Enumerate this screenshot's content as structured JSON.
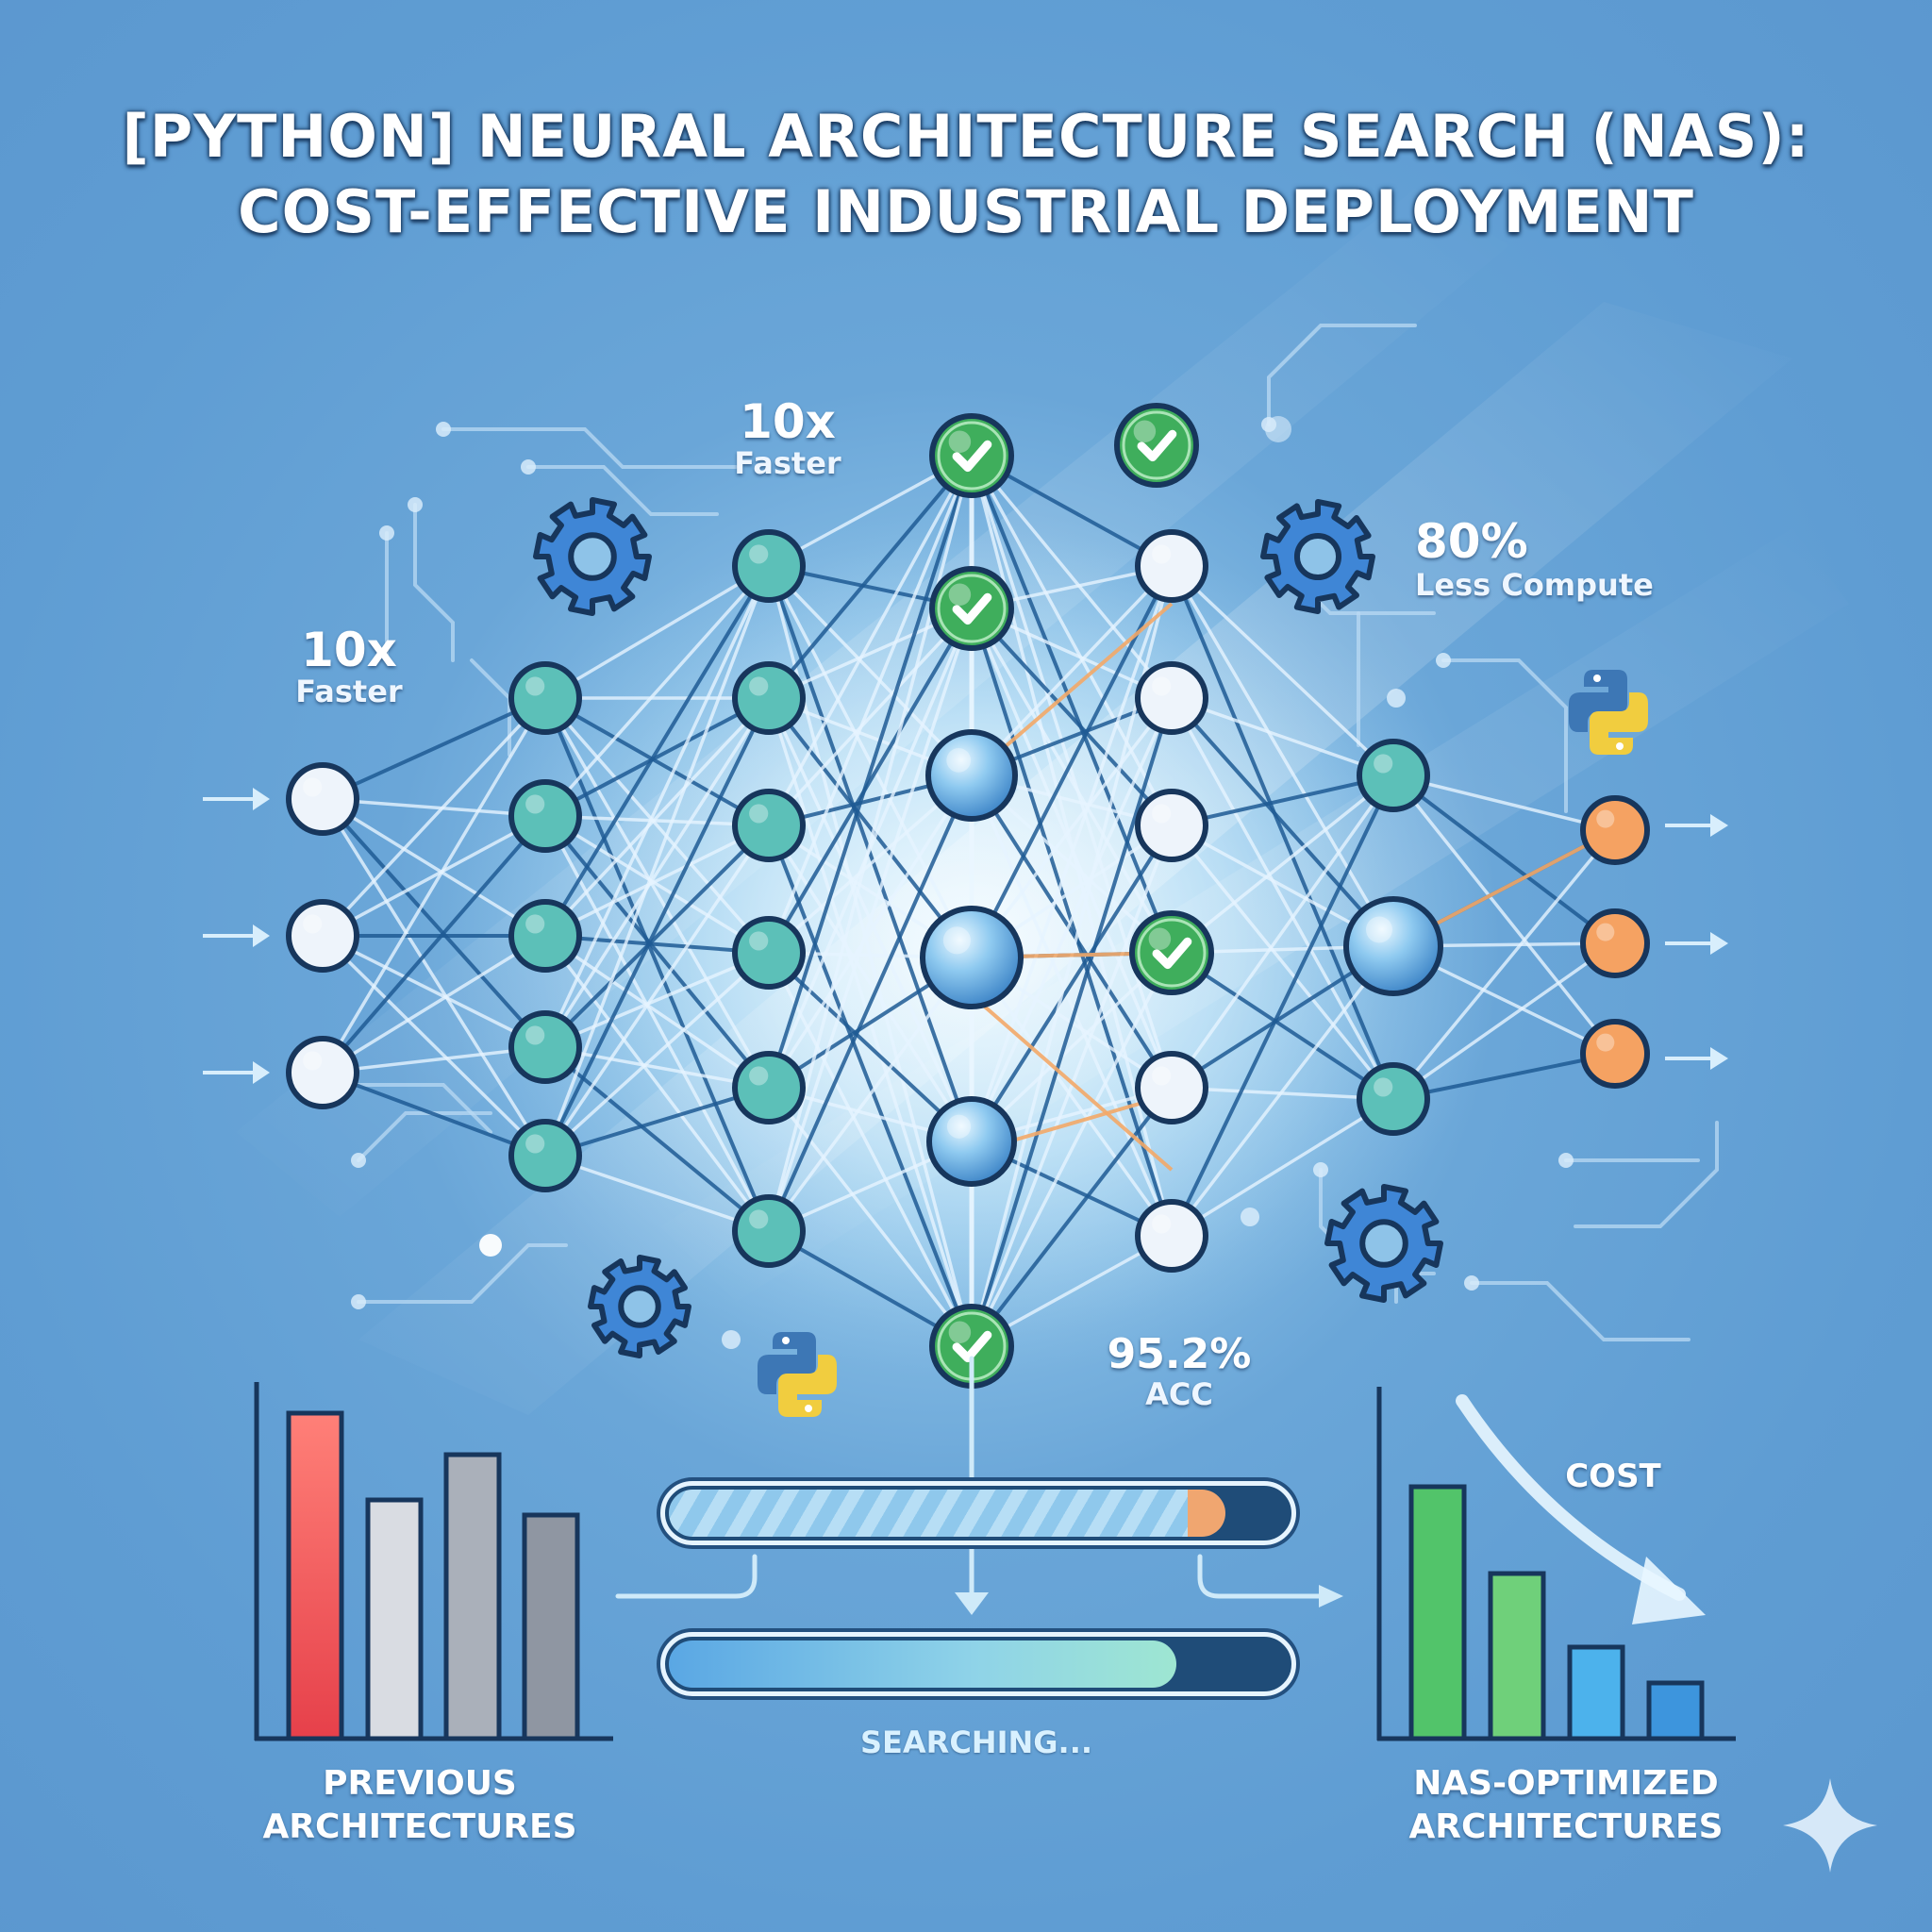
{
  "title": {
    "line1": "[PYTHON] NEURAL ARCHITECTURE SEARCH (NAS):",
    "line2": "COST-EFFECTIVE INDUSTRIAL DEPLOYMENT"
  },
  "callouts": {
    "left_speed": {
      "value": "10x",
      "label": "Faster"
    },
    "top_speed": {
      "value": "10x",
      "label": "Faster"
    },
    "compute": {
      "value": "80%",
      "label": "Less Compute"
    },
    "accuracy": {
      "value": "95.2%",
      "label": "ACC"
    }
  },
  "search_panel": {
    "status_label": "SEARCHING...",
    "progress_top": 0.9,
    "progress_bottom": 0.82
  },
  "previous_panel": {
    "label_line1": "PREVIOUS",
    "label_line2": "ARCHITECTURES"
  },
  "nas_panel": {
    "label_line1": "NAS-OPTIMIZED",
    "label_line2": "ARCHITECTURES",
    "trend_label": "COST"
  },
  "colors": {
    "background": "#5f9dd3",
    "node_teal": "#5cc0b8",
    "node_white": "#eef4fb",
    "node_orange": "#f5a262",
    "node_check": "#3fae5c",
    "outline": "#17365c",
    "bar_red": "#f06a6a",
    "bar_gray": "#a8aeb8",
    "bar_green": "#52c46a",
    "bar_blue": "#3fa3e6"
  },
  "icons": [
    "gear-icon",
    "python-logo-icon",
    "checkmark-icon",
    "arrow-right-icon",
    "sparkle-icon"
  ]
}
